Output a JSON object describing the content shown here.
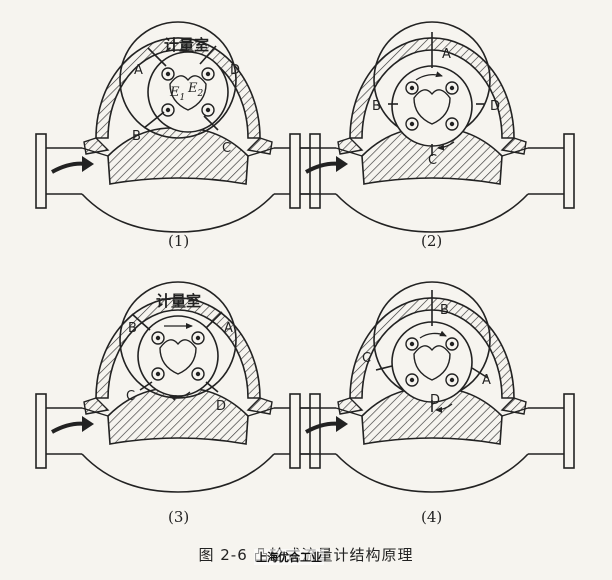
{
  "figure": {
    "caption": "图 2-6   凸轮式流量计结构原理",
    "watermark": "上海优合工业",
    "chamber_label": "计量室"
  },
  "panels": [
    {
      "label": "(1)",
      "letters": [
        "A",
        "B",
        "C",
        "D"
      ],
      "e_labels": [
        "E",
        "1",
        "E",
        "2"
      ]
    },
    {
      "label": "(2)",
      "letters": [
        "A",
        "B",
        "C",
        "D"
      ]
    },
    {
      "label": "(3)",
      "letters": [
        "A",
        "B",
        "C",
        "D"
      ]
    },
    {
      "label": "(4)",
      "letters": [
        "A",
        "B",
        "C",
        "D"
      ]
    }
  ],
  "colors": {
    "line": "#222222",
    "hatch": "#333333",
    "background": "#f6f4ef"
  }
}
